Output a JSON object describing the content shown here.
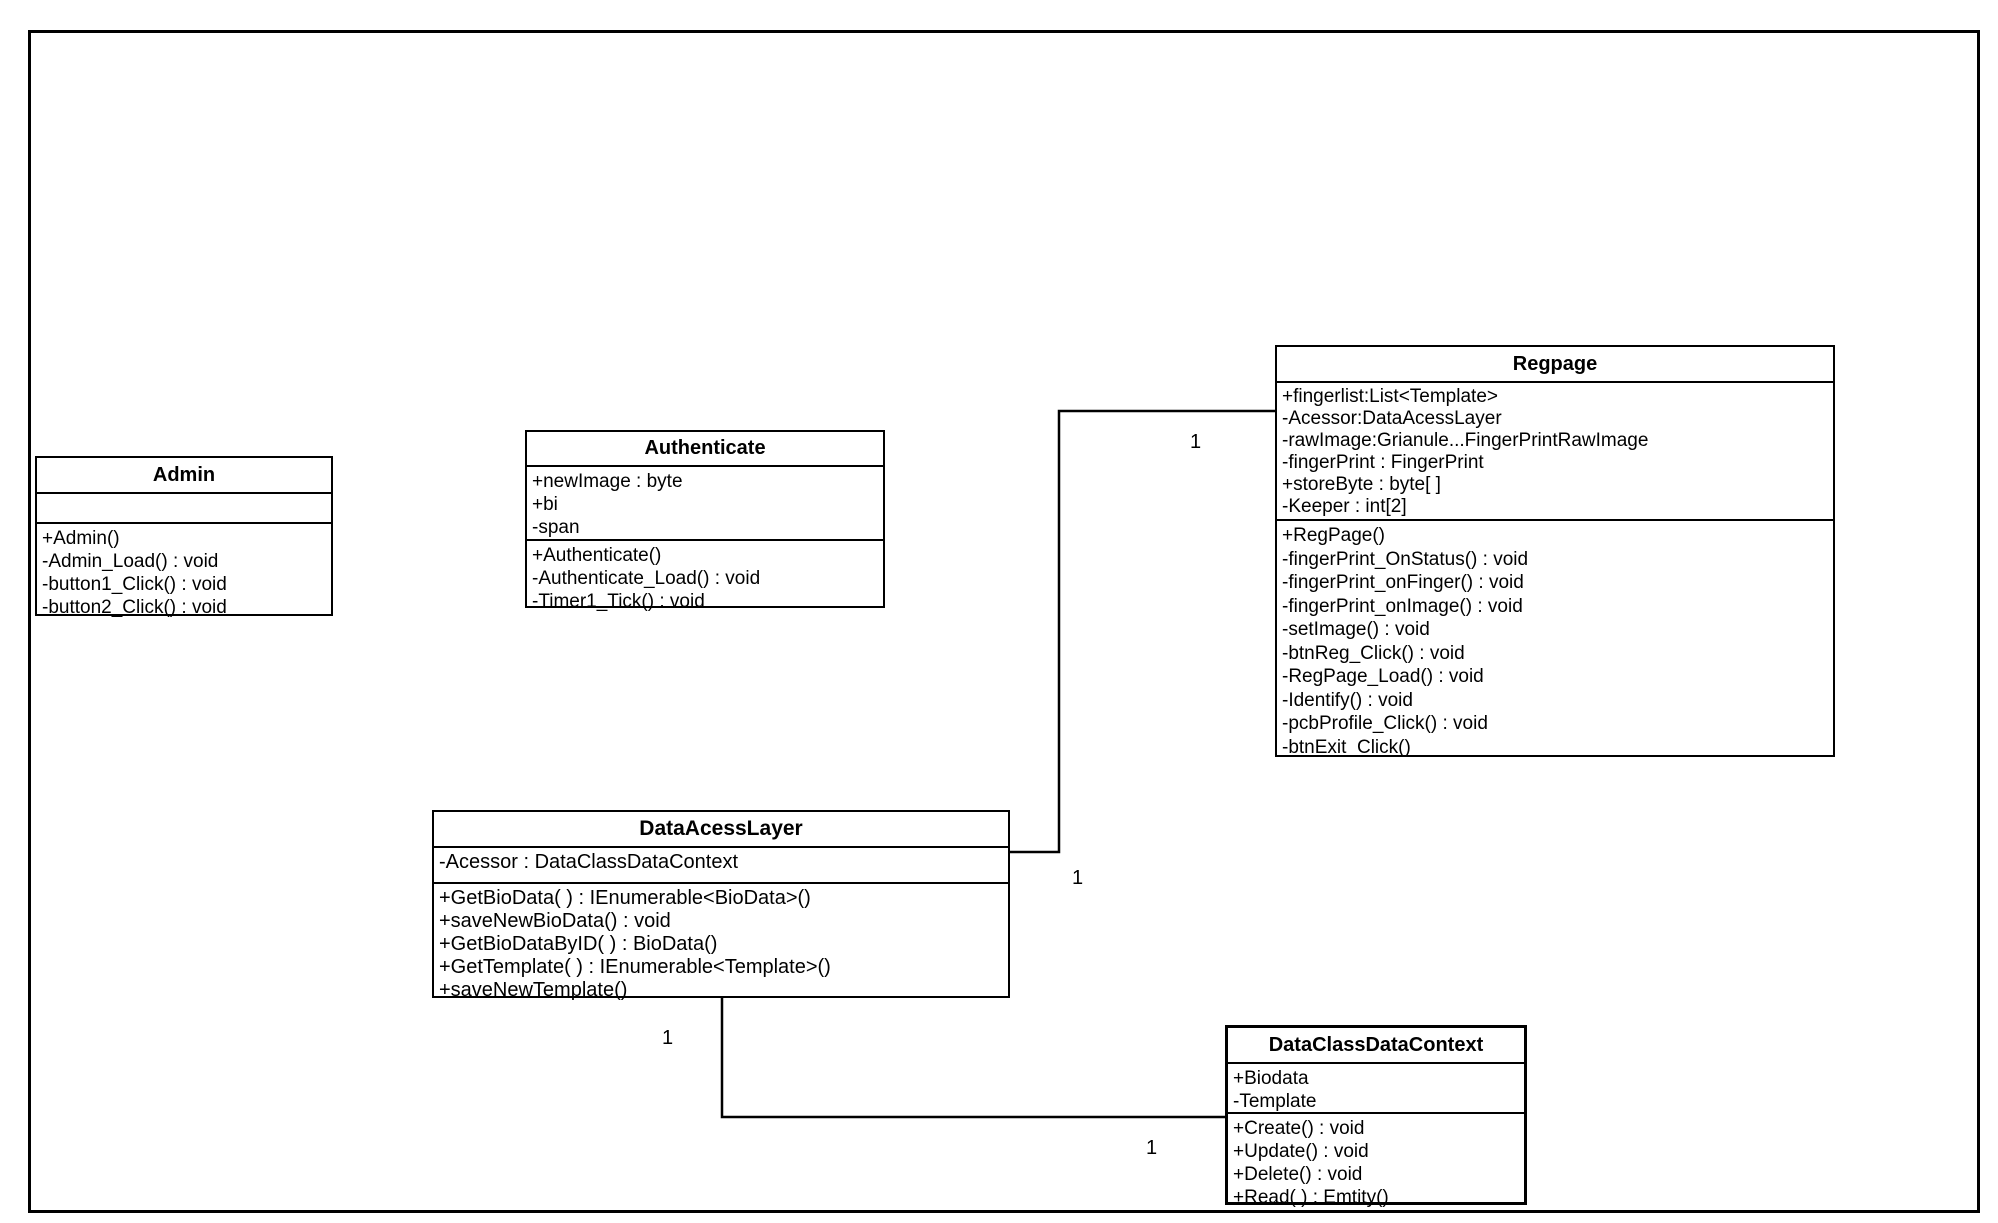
{
  "diagram": {
    "type": "uml-class-diagram",
    "classes": [
      {
        "name": "Admin",
        "attributes": [],
        "methods": [
          "+Admin()",
          "-Admin_Load() : void",
          "-button1_Click() : void",
          "-button2_Click() : void"
        ]
      },
      {
        "name": "Authenticate",
        "attributes": [
          "+newImage : byte",
          "+bi",
          "-span"
        ],
        "methods": [
          "+Authenticate()",
          "-Authenticate_Load() : void",
          "-Timer1_Tick() : void"
        ]
      },
      {
        "name": "Regpage",
        "attributes": [
          "+fingerlist:List<Template>",
          "-Acessor:DataAcessLayer",
          "-rawImage:Grianule...FingerPrintRawImage",
          "-fingerPrint : FingerPrint",
          "+storeByte : byte[ ]",
          "-Keeper : int[2]"
        ],
        "methods": [
          "+RegPage()",
          "-fingerPrint_OnStatus() : void",
          "-fingerPrint_onFinger() : void",
          "-fingerPrint_onImage() : void",
          "-setImage() : void",
          "-btnReg_Click() : void",
          "-RegPage_Load() : void",
          "-Identify() : void",
          "-pcbProfile_Click() : void",
          "-btnExit_Click()"
        ]
      },
      {
        "name": "DataAcessLayer",
        "attributes": [
          "-Acessor : DataClassDataContext"
        ],
        "methods": [
          "+GetBioData( ) : IEnumerable<BioData>()",
          "+saveNewBioData() : void",
          "+GetBioDataByID( ) : BioData()",
          "+GetTemplate( ) : IEnumerable<Template>()",
          "+saveNewTemplate()"
        ]
      },
      {
        "name": "DataClassDataContext",
        "attributes": [
          "+Biodata",
          "-Template"
        ],
        "methods": [
          "+Create() : void",
          "+Update() : void",
          "+Delete() : void",
          "+Read( ) : Emtity()"
        ]
      }
    ],
    "associations": [
      {
        "from": "Regpage",
        "to": "DataAcessLayer",
        "from_multiplicity": "1",
        "to_multiplicity": "1"
      },
      {
        "from": "DataAcessLayer",
        "to": "DataClassDataContext",
        "from_multiplicity": "1",
        "to_multiplicity": "1"
      }
    ]
  }
}
